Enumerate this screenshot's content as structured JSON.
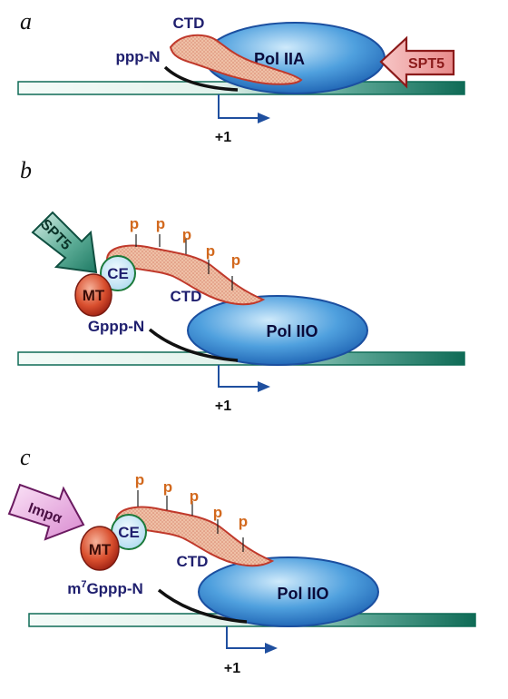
{
  "colors": {
    "dna_fill": "#e6f4ef",
    "dna_dark": "#0f6b56",
    "pol_fill": "#3f8fd6",
    "pol_light": "#bfe2f7",
    "pol_outline": "#1b4fa0",
    "ctd_fill": "#e9b39a",
    "ctd_outline": "#c0392b",
    "spt5_red_fill": "#f0a9a9",
    "spt5_red_outline": "#8b1a1a",
    "spt5_green_fill": "#2f8f7a",
    "imp_fill": "#e8a3de",
    "mt_fill": "#c0392b",
    "ce_fill": "#d9eefa",
    "tss_arrow": "#1f4f9f",
    "p_color": "#d2691e"
  },
  "panels": [
    {
      "letter": "a",
      "pol_label": "Pol IIA",
      "ctd_label": "CTD",
      "rna_label": "ppp-N",
      "factor_label": "SPT5",
      "tss_label": "+1"
    },
    {
      "letter": "b",
      "pol_label": "Pol IIO",
      "ctd_label": "CTD",
      "rna_label": "Gppp-N",
      "factor_label": "SPT5",
      "mt_label": "MT",
      "ce_label": "CE",
      "tss_label": "+1",
      "phospho": [
        "p",
        "p",
        "p",
        "p",
        "p"
      ]
    },
    {
      "letter": "c",
      "pol_label": "Pol IIO",
      "ctd_label": "CTD",
      "rna_label_sup": "m",
      "rna_label_exp": "7",
      "rna_label_rest": "Gppp-N",
      "factor_label": "Impα",
      "mt_label": "MT",
      "ce_label": "CE",
      "tss_label": "+1",
      "phospho": [
        "p",
        "p",
        "p",
        "p",
        "p"
      ]
    }
  ]
}
